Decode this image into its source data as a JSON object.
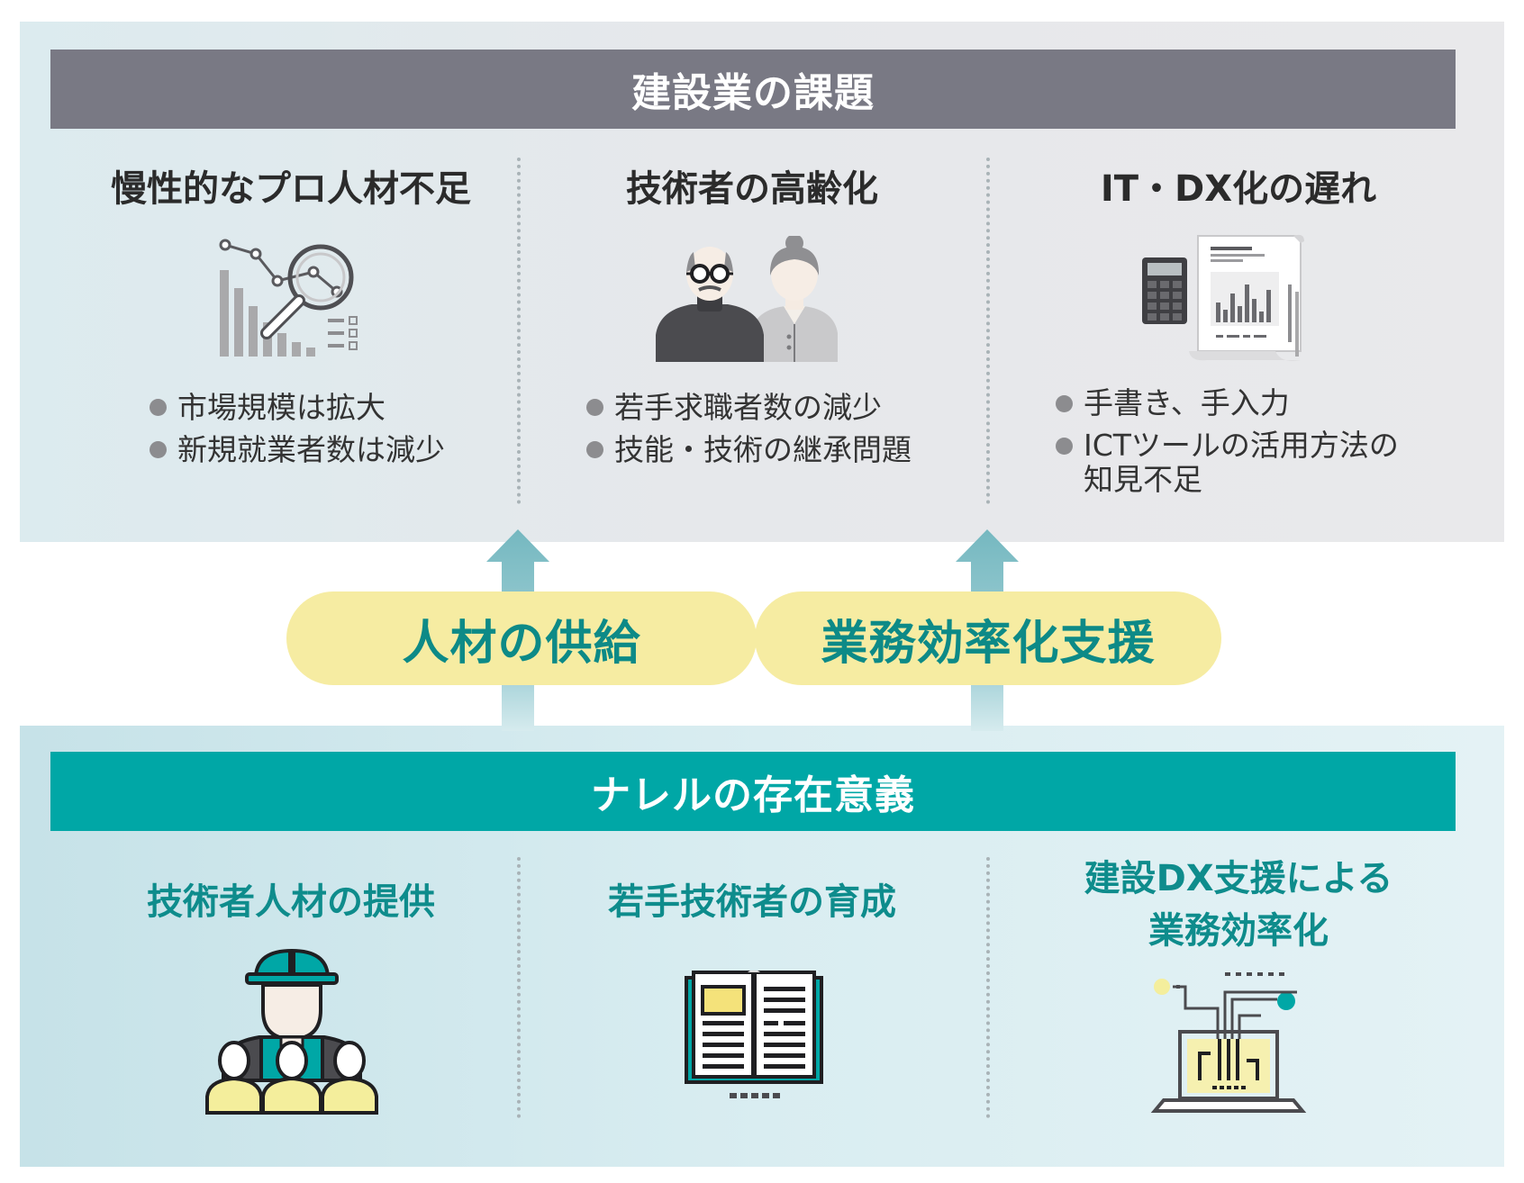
{
  "top": {
    "header": "建設業の課題",
    "columns": [
      {
        "title": "慢性的なプロ人材不足",
        "icon": "magnifier-chart-icon",
        "bullets": [
          "市場規模は拡大",
          "新規就業者数は減少"
        ]
      },
      {
        "title": "技術者の高齢化",
        "icon": "elderly-people-icon",
        "bullets": [
          "若手求職者数の減少",
          "技能・技術の継承問題"
        ]
      },
      {
        "title": "IT・DX化の遅れ",
        "icon": "calculator-document-icon",
        "bullets": [
          "手書き、手入力",
          "ICTツールの活用方法の知見不足"
        ]
      }
    ]
  },
  "middle": {
    "pills": [
      "人材の供給",
      "業務効率化支援"
    ],
    "arrow_icon": "up-arrow-icon"
  },
  "bottom": {
    "header": "ナレルの存在意義",
    "columns": [
      {
        "title": "技術者人材の提供",
        "icon": "worker-team-icon"
      },
      {
        "title": "若手技術者の育成",
        "icon": "open-book-icon"
      },
      {
        "title_lines": [
          "建設DX支援による",
          "業務効率化"
        ],
        "icon": "laptop-circuit-icon"
      }
    ]
  },
  "colors": {
    "top_header": "#797984",
    "bottom_header": "#00a7a6",
    "pill": "#f6eca2",
    "pill_text": "#0d8a87",
    "teal_text": "#0e8c8c",
    "arrow": "#7fbcc3"
  }
}
